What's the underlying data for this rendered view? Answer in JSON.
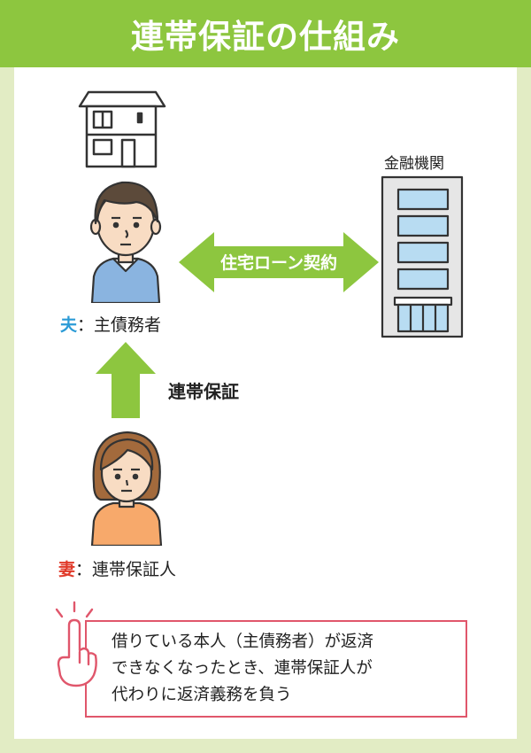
{
  "title": "連帯保証の仕組み",
  "husband": {
    "role": "夫",
    "separator": "：",
    "desc": "主債務者"
  },
  "wife": {
    "role": "妻",
    "separator": "：",
    "desc": "連帯保証人"
  },
  "bank": {
    "name": "金融機関"
  },
  "loan_contract": {
    "label": "住宅ローン契約"
  },
  "guarantee": {
    "label": "連帯保証"
  },
  "note": {
    "lines": [
      "借りている本人（主債務者）が返済",
      "できなくなったとき、連帯保証人が",
      "代わりに返済義務を負う"
    ]
  },
  "colors": {
    "accent_green": "#8dc63f",
    "arrow_green": "#8dc63f",
    "husband_blue": "#2c9bd6",
    "wife_red": "#e03a2a",
    "note_border": "#e0566b",
    "background": "#e2ecc4"
  },
  "icons": {
    "house": "house-icon",
    "bank": "bank-building-icon",
    "husband": "man-avatar-icon",
    "wife": "woman-avatar-icon",
    "hand": "pointing-hand-icon"
  }
}
